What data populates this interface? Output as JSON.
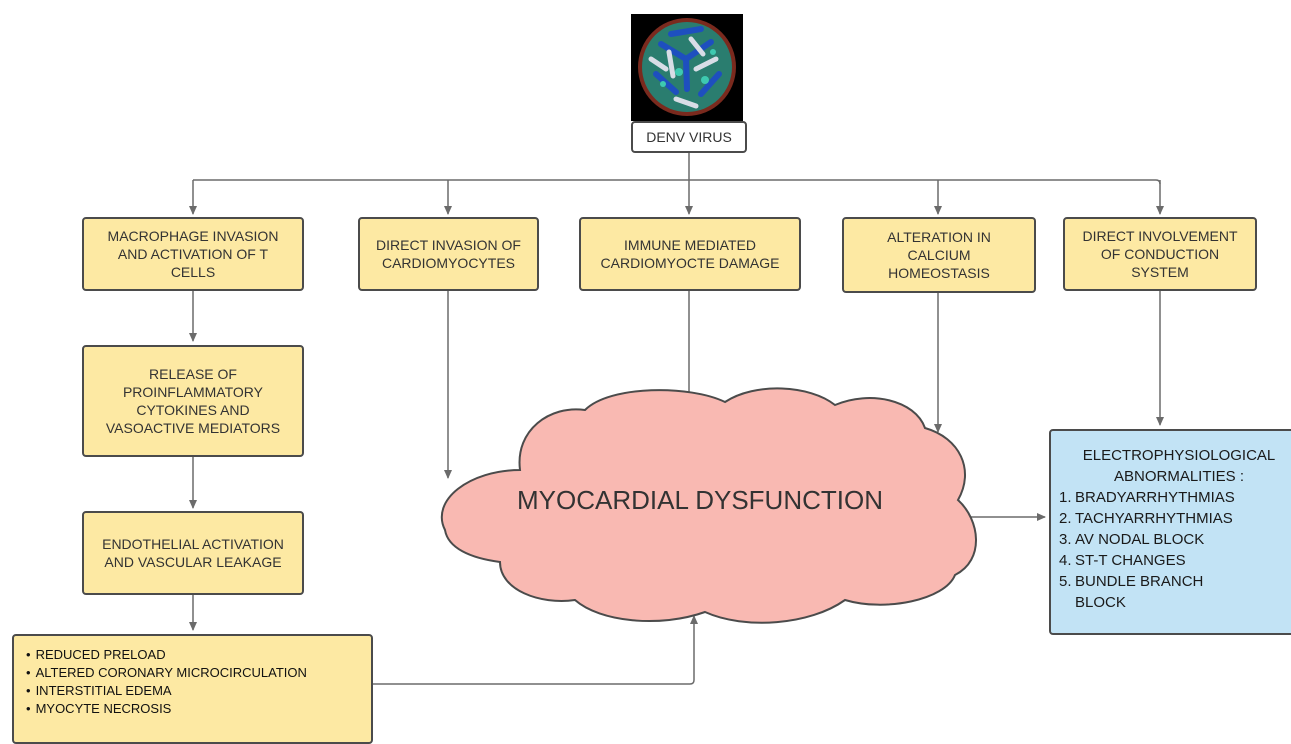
{
  "virus": {
    "label": "DENV VIRUS",
    "image": "virus-particle-image"
  },
  "mechanisms": [
    {
      "lines": [
        "MACROPHAGE INVASION",
        "AND ACTIVATION OF T",
        "CELLS"
      ]
    },
    {
      "lines": [
        "DIRECT INVASION OF",
        "CARDIOMYOCYTES"
      ]
    },
    {
      "lines": [
        "IMMUNE MEDIATED",
        "CARDIOMYOCTE DAMAGE"
      ]
    },
    {
      "lines": [
        "ALTERATION IN",
        "CALCIUM",
        "HOMEOSTASIS"
      ]
    },
    {
      "lines": [
        "DIRECT INVOLVEMENT",
        "OF CONDUCTION",
        "SYSTEM"
      ]
    }
  ],
  "cascade": [
    {
      "lines": [
        "RELEASE OF",
        "PROINFLAMMATORY",
        "CYTOKINES AND",
        "VASOACTIVE MEDIATORS"
      ]
    },
    {
      "lines": [
        "ENDOTHELIAL ACTIVATION",
        "AND VASCULAR LEAKAGE"
      ]
    }
  ],
  "effects": {
    "items": [
      "REDUCED PRELOAD",
      "ALTERED CORONARY MICROCIRCULATION",
      "INTERSTITIAL EDEMA",
      "MYOCYTE NECROSIS"
    ]
  },
  "center": {
    "label": "MYOCARDIAL DYSFUNCTION"
  },
  "electrophysiology": {
    "title_lines": [
      "ELECTROPHYSIOLOGICAL",
      "ABNORMALITIES :"
    ],
    "items": [
      {
        "num": "1.",
        "text": "BRADYARRHYTHMIAS"
      },
      {
        "num": "2.",
        "text": "TACHYARRHYTHMIAS"
      },
      {
        "num": "3.",
        "text": "AV NODAL BLOCK"
      },
      {
        "num": "4.",
        "text": "ST-T CHANGES"
      },
      {
        "num": "5.",
        "text": "BUNDLE BRANCH BLOCK"
      }
    ]
  },
  "colors": {
    "box_fill": "#fde9a3",
    "cloud_fill": "#f9b9b2",
    "ep_fill": "#c2e3f5",
    "stroke": "#4b4b4b",
    "arrow": "#6b6b6b"
  }
}
